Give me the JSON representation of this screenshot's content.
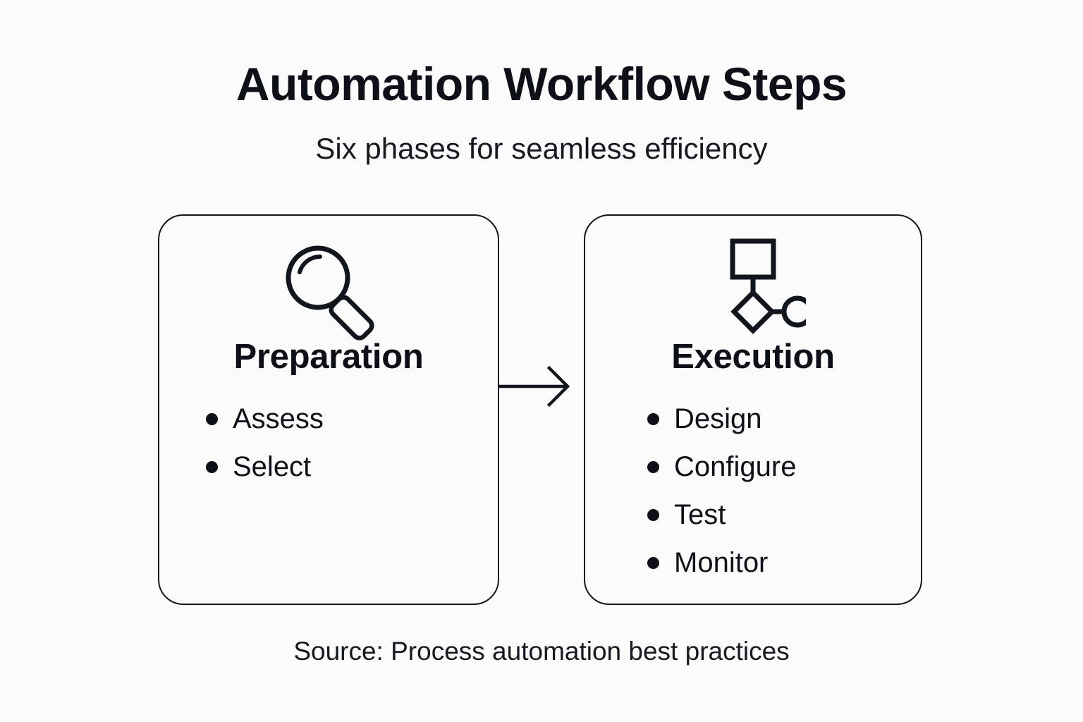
{
  "header": {
    "title": "Automation Workflow Steps",
    "subtitle": "Six phases for seamless efficiency"
  },
  "colors": {
    "background": "#fbfbfc",
    "text": "#0d1117",
    "stroke": "#11161c"
  },
  "cards": [
    {
      "id": "preparation",
      "heading": "Preparation",
      "icon": "magnifying-glass-icon",
      "items": [
        "Assess",
        "Select"
      ]
    },
    {
      "id": "execution",
      "heading": "Execution",
      "icon": "flowchart-nodes-icon",
      "items": [
        "Design",
        "Configure",
        "Test",
        "Monitor"
      ]
    }
  ],
  "connector": {
    "icon": "arrow-right-icon",
    "direction": "right"
  },
  "footer": {
    "source": "Source: Process automation best practices"
  }
}
